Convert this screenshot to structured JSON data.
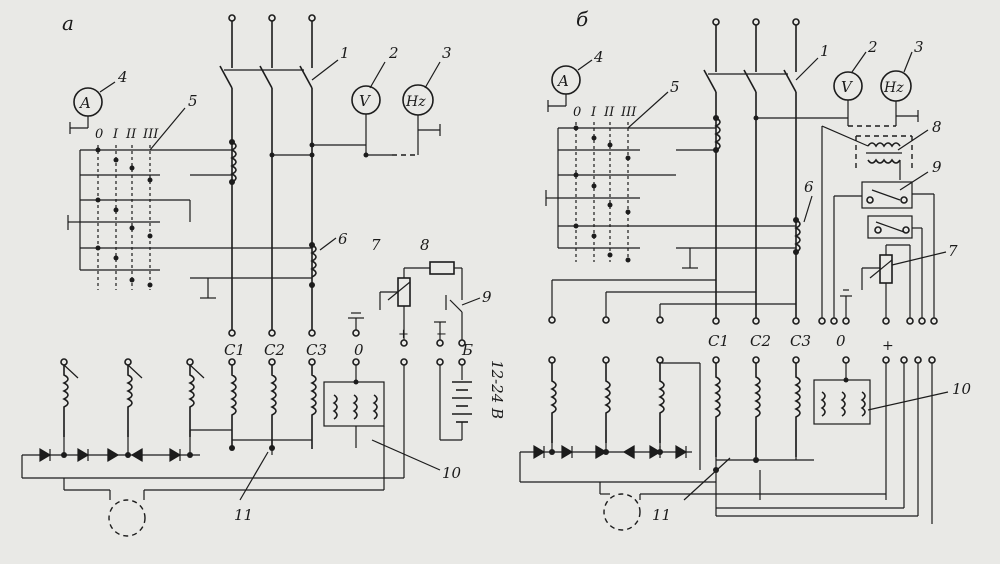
{
  "diagram_a": {
    "panel_label": "а",
    "callouts": [
      "1",
      "2",
      "3",
      "4",
      "5",
      "6",
      "7",
      "8",
      "9",
      "10",
      "11"
    ],
    "ammeter_symbol": "A",
    "voltmeter_symbol": "V",
    "frequency_meter_symbol": "Hz",
    "switch_positions": [
      "0",
      "I",
      "II",
      "III"
    ],
    "terminals": [
      "С1",
      "С2",
      "С3",
      "0"
    ],
    "battery_label": "Б",
    "battery_voltage": "12-24 В",
    "plus_sign": "+",
    "minus_sign": "−"
  },
  "diagram_b": {
    "panel_label": "б",
    "callouts": [
      "1",
      "2",
      "3",
      "4",
      "5",
      "6",
      "7",
      "8",
      "9",
      "10",
      "11"
    ],
    "ammeter_symbol": "A",
    "voltmeter_symbol": "V",
    "frequency_meter_symbol": "Hz",
    "switch_positions": [
      "0",
      "I",
      "II",
      "III"
    ],
    "terminals": [
      "С1",
      "С2",
      "С3",
      "0"
    ],
    "plus_sign": "+"
  }
}
